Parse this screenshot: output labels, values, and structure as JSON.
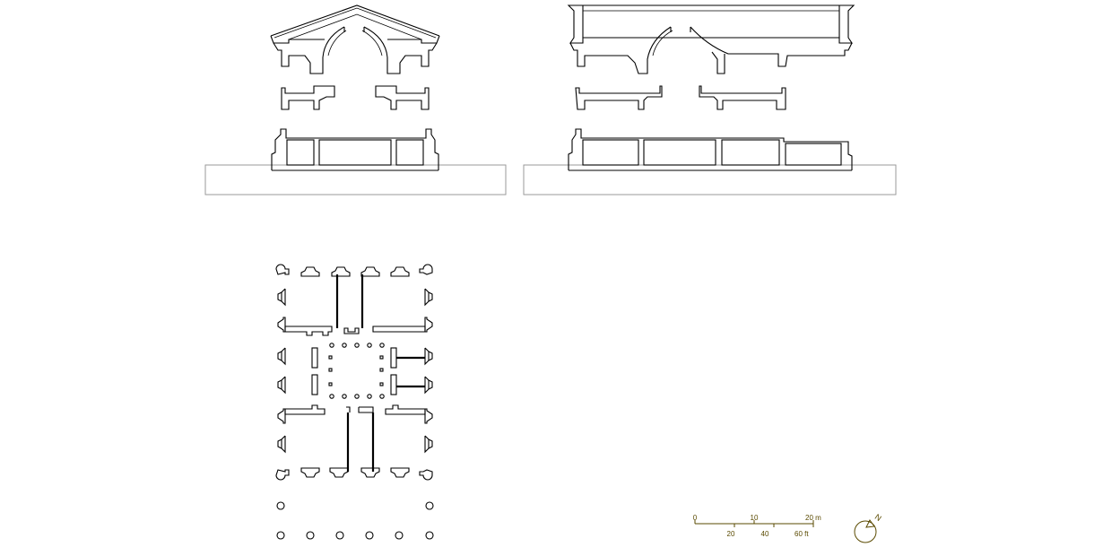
{
  "scale_bar": {
    "meters_labels": [
      "0",
      "10",
      "20 m"
    ],
    "feet_labels": [
      "20",
      "40",
      "60 ft"
    ]
  },
  "north_arrow": {
    "label": "N"
  },
  "colors": {
    "linework": "#000000",
    "ground_line": "#9a9a9a",
    "annotation": "#5a4a00"
  }
}
